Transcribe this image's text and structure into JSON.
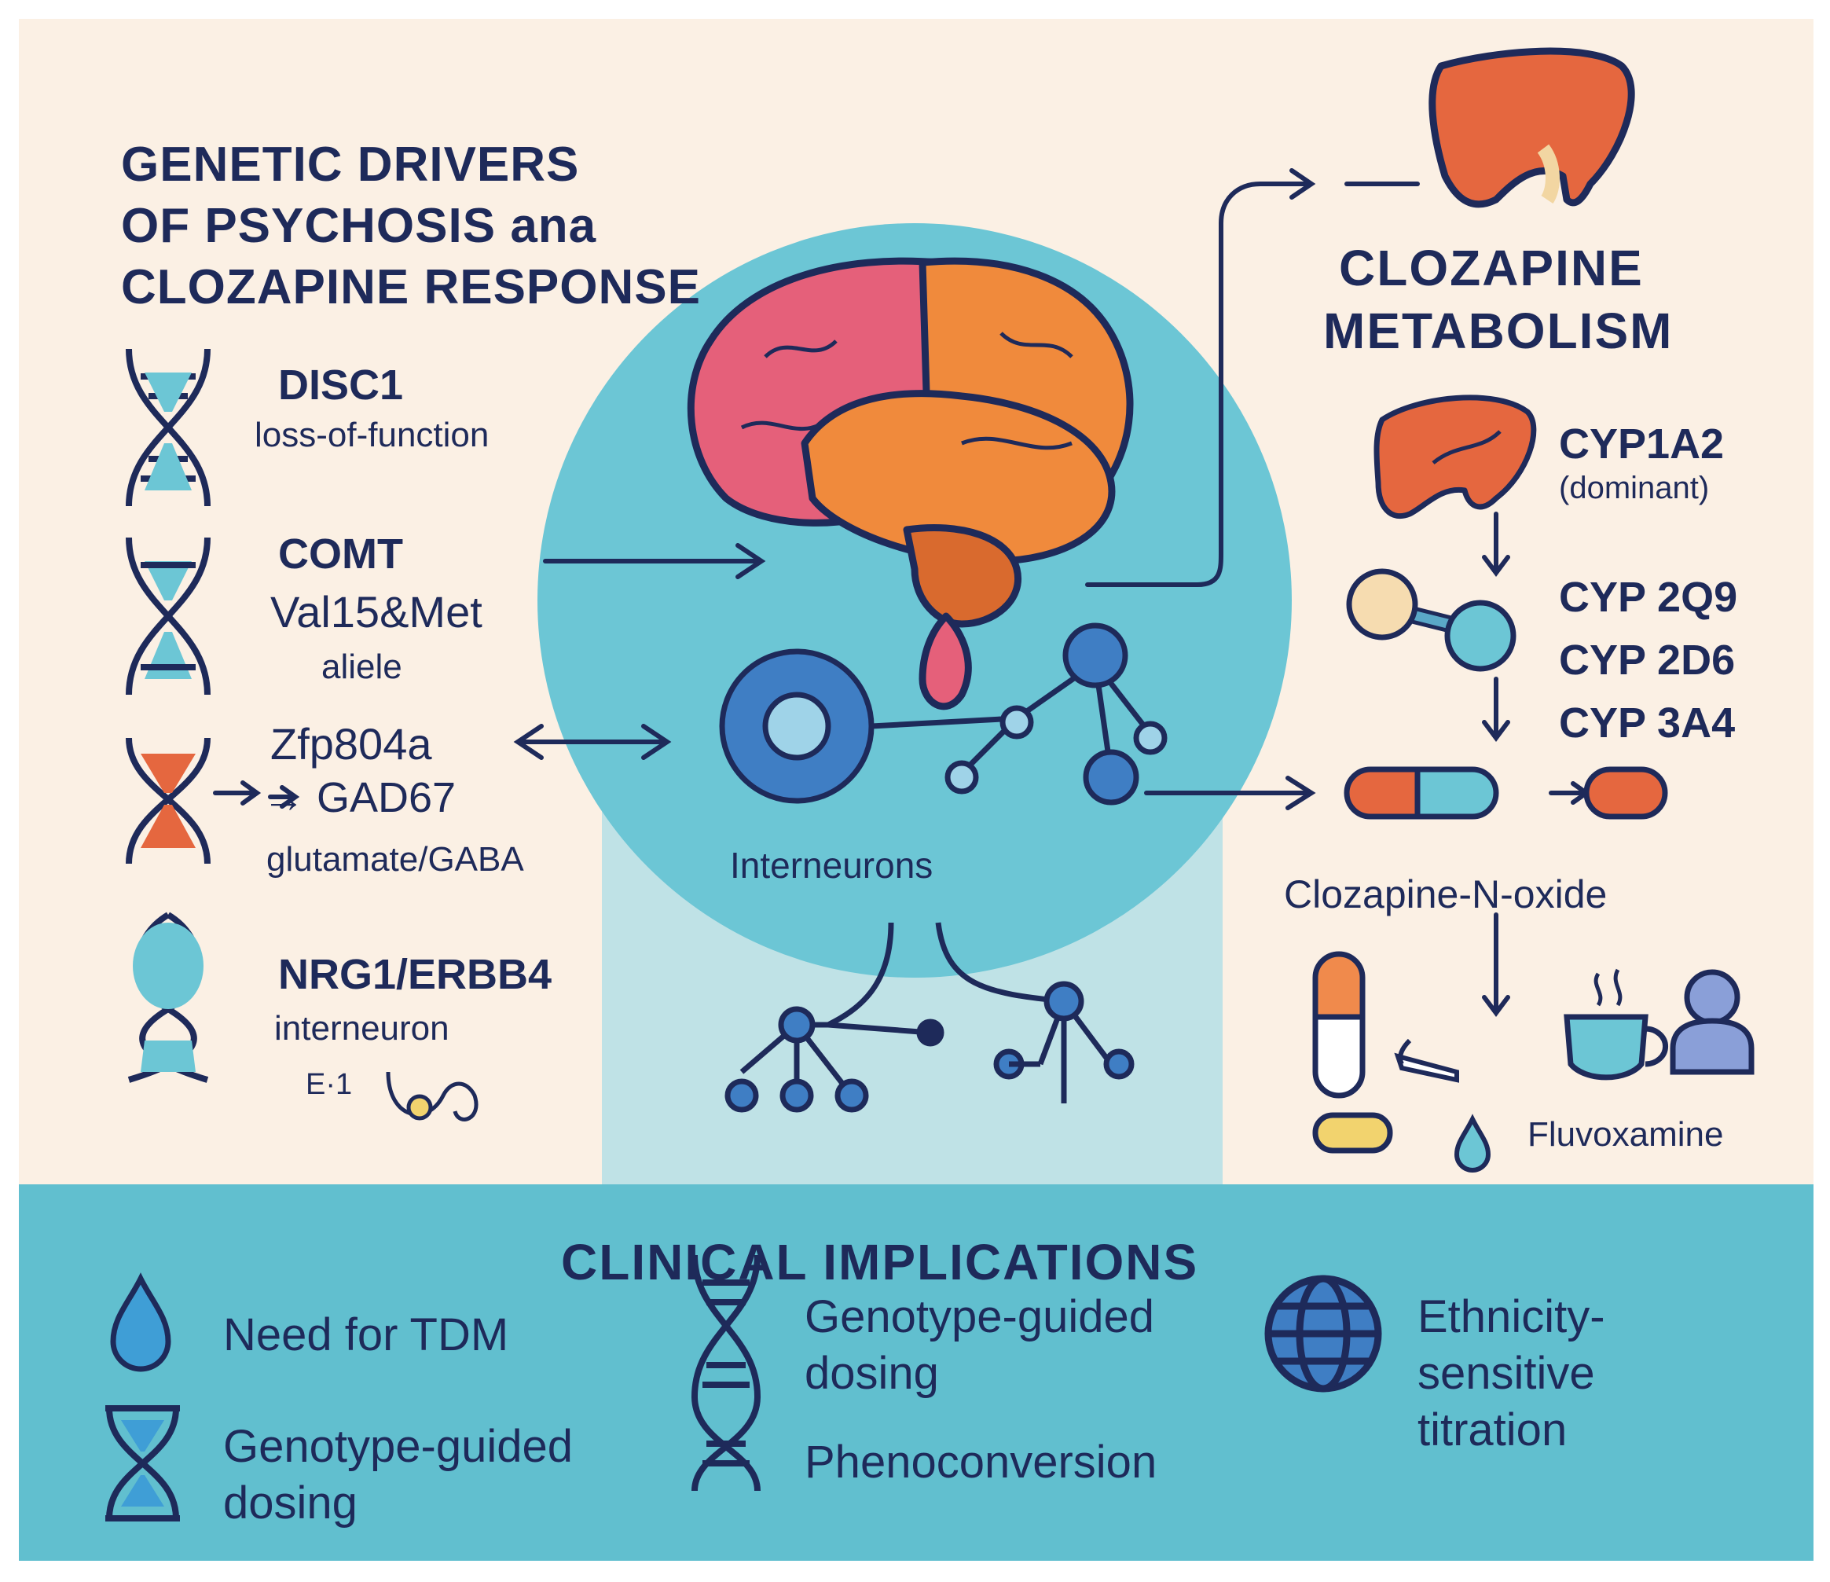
{
  "left": {
    "title_lines": [
      "GENETIC DRIVERS",
      "OF PSYCHOSIS ana",
      "CLOZAPINE RESPONSE"
    ],
    "genes": [
      {
        "name": "DISC1",
        "sub": "loss-of-function",
        "icon": "dna-helix-icon"
      },
      {
        "name": "COMT",
        "line2": "Val15&Met",
        "sub": "aliele",
        "icon": "dna-helix-icon"
      },
      {
        "name": "Zfp804a",
        "line2": "→ GAD67",
        "sub": "glutamate/GABA",
        "icon": "dna-helix-orange-icon"
      },
      {
        "name": "NRG1/ERBB4",
        "sub": "interneuron",
        "extra": "E·1",
        "icon": "dna-helix-icon"
      }
    ]
  },
  "center": {
    "interneurons_label": "Interneurons",
    "brain_icon": "brain-icon",
    "neuron_icon": "neuron-cluster-icon"
  },
  "right": {
    "title_lines": [
      "CLOZAPINE",
      "METABOLISM"
    ],
    "enzymes": [
      "CYP1A2",
      "(dominant)",
      "CYP 2Q9",
      "CYP 2D6",
      "CYP 3A4"
    ],
    "metabolite": "Clozapine-N-oxide",
    "inhibitor": "Fluvoxamine",
    "icons": [
      "liver-icon",
      "molecule-icon",
      "capsule-icon",
      "pill-icon",
      "cigarette-icon",
      "drop-icon",
      "coffee-cup-icon",
      "person-icon"
    ]
  },
  "clinical": {
    "title": "CLINICAL IMPLICATIONS",
    "items": [
      {
        "icon": "drop-icon",
        "text": "Need for TDM"
      },
      {
        "icon": "dna-hourglass-icon",
        "lines": [
          "Genotype-guided",
          "dosing"
        ]
      },
      {
        "icon": "dna-helix-icon",
        "lines": [
          "Genotype-guided",
          "dosing"
        ],
        "extra": "Phenoconversion"
      },
      {
        "icon": "globe-icon",
        "lines": [
          "Ethnicity-",
          "sensitive",
          "titration"
        ]
      }
    ]
  },
  "colors": {
    "background": "#fbf0e4",
    "teal_circle": "#6cc6d5",
    "teal_panel": "#61bfcf",
    "navy": "#1e2a5a",
    "orange": "#e5673f",
    "blue": "#3f7ec4"
  }
}
